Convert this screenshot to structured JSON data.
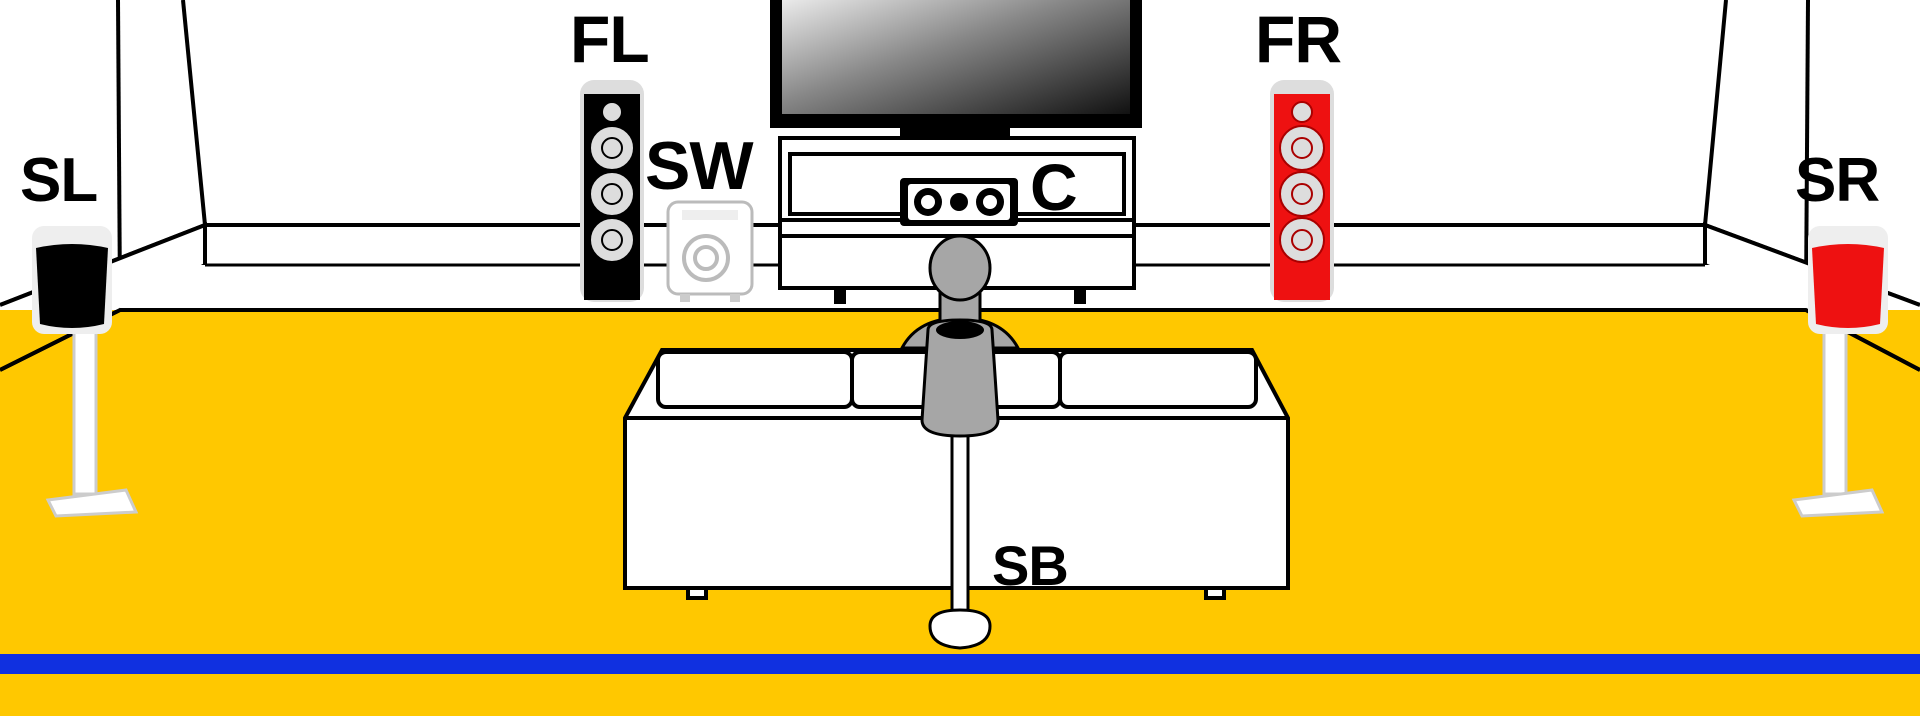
{
  "speakers": {
    "front_left": {
      "label": "FL",
      "color": "#000000"
    },
    "front_right": {
      "label": "FR",
      "color": "#EE1111"
    },
    "subwoofer": {
      "label": "SW",
      "color": "#FFFFFF"
    },
    "center": {
      "label": "C",
      "color": "#FFFFFF"
    },
    "surround_left": {
      "label": "SL",
      "color": "#000000"
    },
    "surround_right": {
      "label": "SR",
      "color": "#EE1111"
    },
    "surround_back": {
      "label": "SB",
      "color": "#A6A6A6"
    }
  },
  "colors": {
    "floor": "#FFC800",
    "wall": "#FFFFFF",
    "outline": "#000000",
    "baseline": "#1030E0"
  }
}
